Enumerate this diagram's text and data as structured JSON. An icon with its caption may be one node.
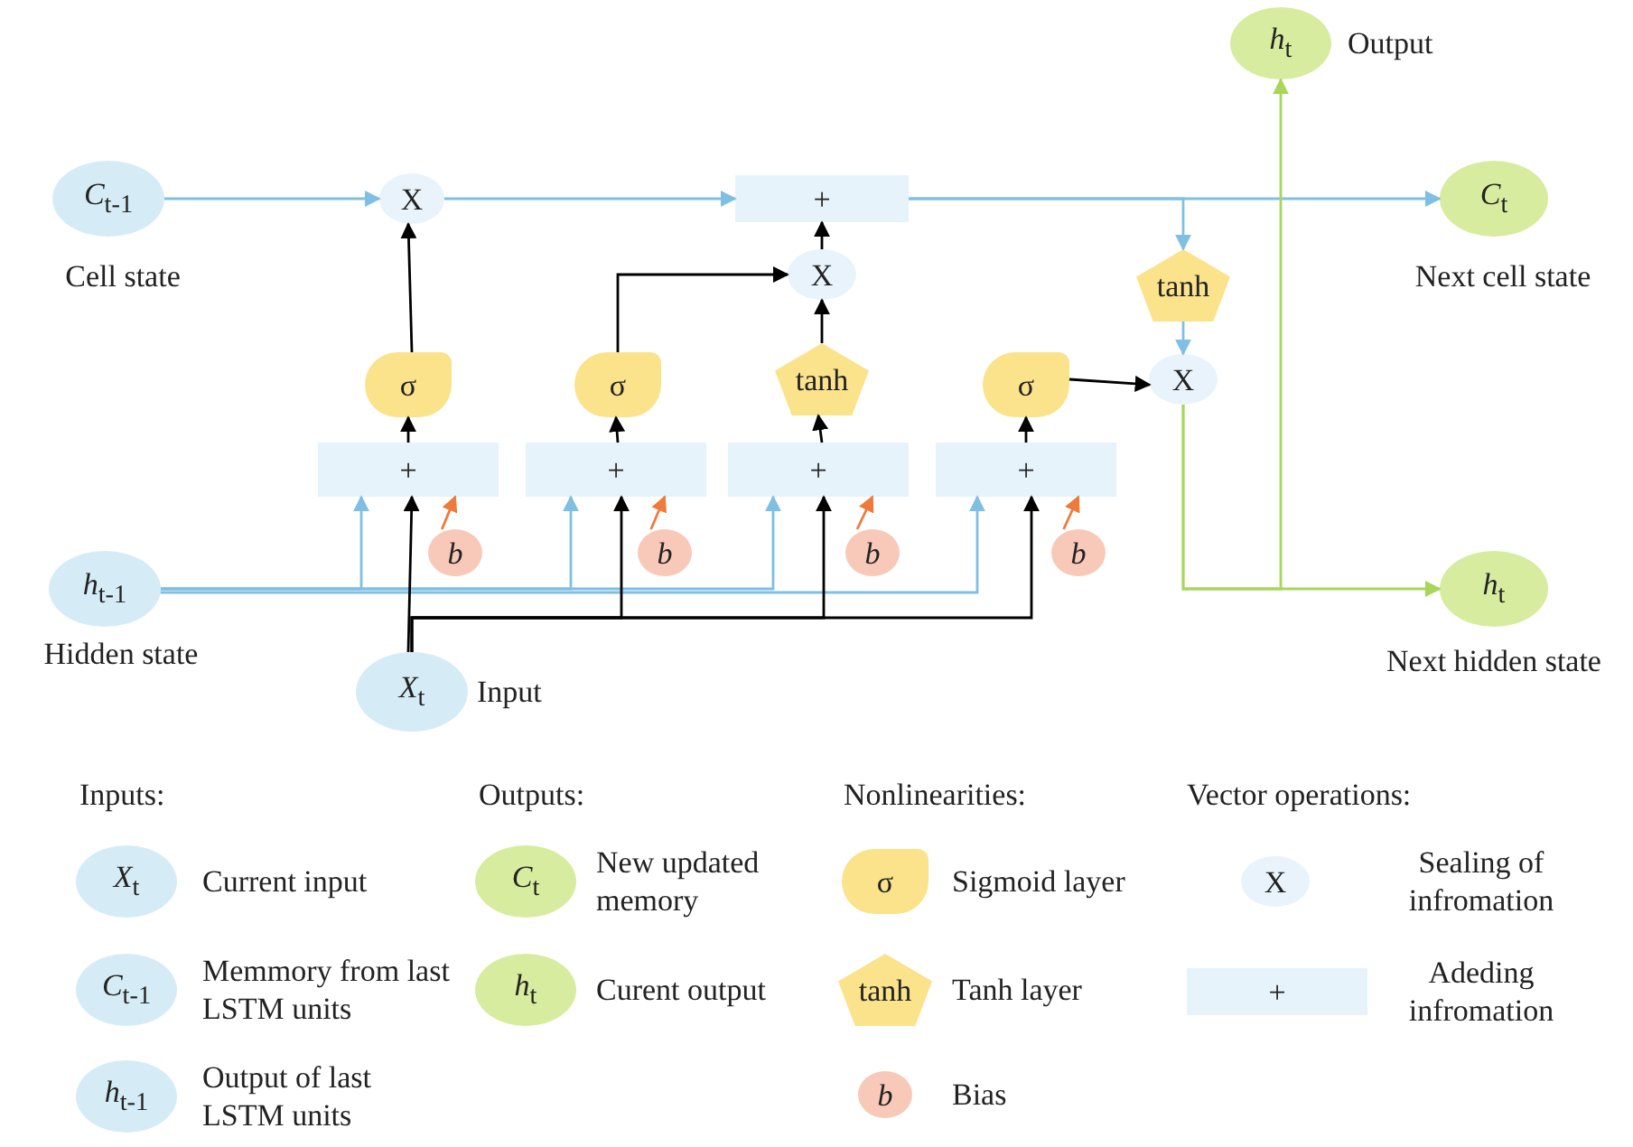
{
  "diagram": {
    "nodes": [
      {
        "text": [
          "*C*$_{t-1}$"
        ],
        "beside": [
          "Cell state"
        ]
      },
      {
        "text": [
          "*h*$_{t-1}$"
        ],
        "beside": [
          "Hidden state"
        ]
      },
      {
        "text": [
          "*X*$_{t}$"
        ],
        "beside": [
          "Input"
        ]
      },
      {
        "text": [
          "X"
        ]
      },
      {
        "text": [
          "+"
        ]
      },
      {
        "text": [
          "*C*$_{t}$"
        ],
        "beside": [
          "Next cell state"
        ]
      },
      {
        "text": [
          "*h*$_{t}$"
        ],
        "beside": [
          "Output"
        ]
      },
      {
        "text": [
          "*h*$_{t}$"
        ],
        "beside": [
          "Next hidden state"
        ]
      },
      {
        "text": [
          "σ"
        ]
      },
      {
        "text": [
          "σ"
        ]
      },
      {
        "text": [
          "X"
        ]
      },
      {
        "text": [
          "tanh"
        ]
      },
      {
        "text": [
          "σ"
        ]
      },
      {
        "text": [
          "tanh"
        ]
      },
      {
        "text": [
          "X"
        ]
      },
      {
        "text": [
          "+"
        ]
      },
      {
        "text": [
          "+"
        ]
      },
      {
        "text": [
          "+"
        ]
      },
      {
        "text": [
          "+"
        ]
      },
      {
        "text": [
          "b"
        ]
      },
      {
        "text": [
          "b"
        ]
      },
      {
        "text": [
          "b"
        ]
      },
      {
        "text": [
          "b"
        ]
      },
      {
        "text": [
          "*X*$_{t}$"
        ],
        "beside": [
          "Current input"
        ]
      },
      {
        "text": [
          "*C*$_{t-1}$"
        ],
        "beside": [
          "Memmory from last LSTM units"
        ]
      },
      {
        "text": [
          "*h*$_{t-1}$"
        ],
        "beside": [
          "Output of last LSTM units"
        ]
      },
      {
        "text": [
          "*C*$_{t}$"
        ],
        "beside": [
          "New updated memory"
        ]
      },
      {
        "text": [
          "*h*$_{t}$"
        ],
        "beside": [
          "Curent output"
        ]
      },
      {
        "text": [
          "σ"
        ],
        "beside": [
          "Sigmoid layer"
        ]
      },
      {
        "text": [
          "tanh"
        ],
        "beside": [
          "Tanh layer"
        ]
      },
      {
        "text": [
          "b"
        ],
        "beside": [
          "Bias"
        ]
      },
      {
        "text": [
          "X"
        ],
        "beside": [
          "Sealing of infromation"
        ]
      },
      {
        "text": [
          "+"
        ],
        "beside": [
          "Adeding infromation"
        ]
      }
    ],
    "edges": [
      {
        "from": 0,
        "to": 3,
        "arrow": "to",
        "color": "#7fbfe3"
      },
      {
        "from": 3,
        "to": 4,
        "arrow": "to",
        "color": "#7fbfe3"
      },
      {
        "from": 4,
        "to": 5,
        "arrow": "to",
        "color": "#7fbfe3"
      },
      {
        "from": 4,
        "to": 13,
        "arrow": "to",
        "color": "#7fbfe3"
      },
      {
        "from": 13,
        "to": 14,
        "arrow": "to",
        "color": "#7fbfe3"
      },
      {
        "from": 14,
        "to": 6,
        "arrow": "to",
        "color": "#a6d65a"
      },
      {
        "from": 14,
        "to": 7,
        "arrow": "to",
        "color": "#a6d65a"
      },
      {
        "from": 8,
        "to": 3,
        "arrow": "to"
      },
      {
        "from": 9,
        "to": 10,
        "arrow": "to"
      },
      {
        "from": 11,
        "to": 10,
        "arrow": "to"
      },
      {
        "from": 10,
        "to": 4,
        "arrow": "to"
      },
      {
        "from": 12,
        "to": 14,
        "arrow": "to"
      },
      {
        "from": 15,
        "to": 8,
        "arrow": "to"
      },
      {
        "from": 16,
        "to": 9,
        "arrow": "to"
      },
      {
        "from": 17,
        "to": 11,
        "arrow": "to"
      },
      {
        "from": 18,
        "to": 12,
        "arrow": "to"
      },
      {
        "from": 1,
        "to": 15,
        "arrow": "to",
        "color": "#7fbfe3"
      },
      {
        "from": 1,
        "to": 16,
        "arrow": "to",
        "color": "#7fbfe3"
      },
      {
        "from": 1,
        "to": 17,
        "arrow": "to",
        "color": "#7fbfe3"
      },
      {
        "from": 1,
        "to": 18,
        "arrow": "to",
        "color": "#7fbfe3"
      },
      {
        "from": 2,
        "to": 15,
        "arrow": "to"
      },
      {
        "from": 2,
        "to": 16,
        "arrow": "to"
      },
      {
        "from": 2,
        "to": 17,
        "arrow": "to"
      },
      {
        "from": 2,
        "to": 18,
        "arrow": "to"
      },
      {
        "from": 19,
        "to": 15,
        "arrow": "to",
        "color": "#ef7a3a"
      },
      {
        "from": 20,
        "to": 16,
        "arrow": "to",
        "color": "#ef7a3a"
      },
      {
        "from": 21,
        "to": 17,
        "arrow": "to",
        "color": "#ef7a3a"
      },
      {
        "from": 22,
        "to": 18,
        "arrow": "to",
        "color": "#ef7a3a"
      }
    ],
    "labels": [
      "Inputs:",
      "Outputs:",
      "Nonlinearities:",
      "Vector operations:"
    ]
  }
}
